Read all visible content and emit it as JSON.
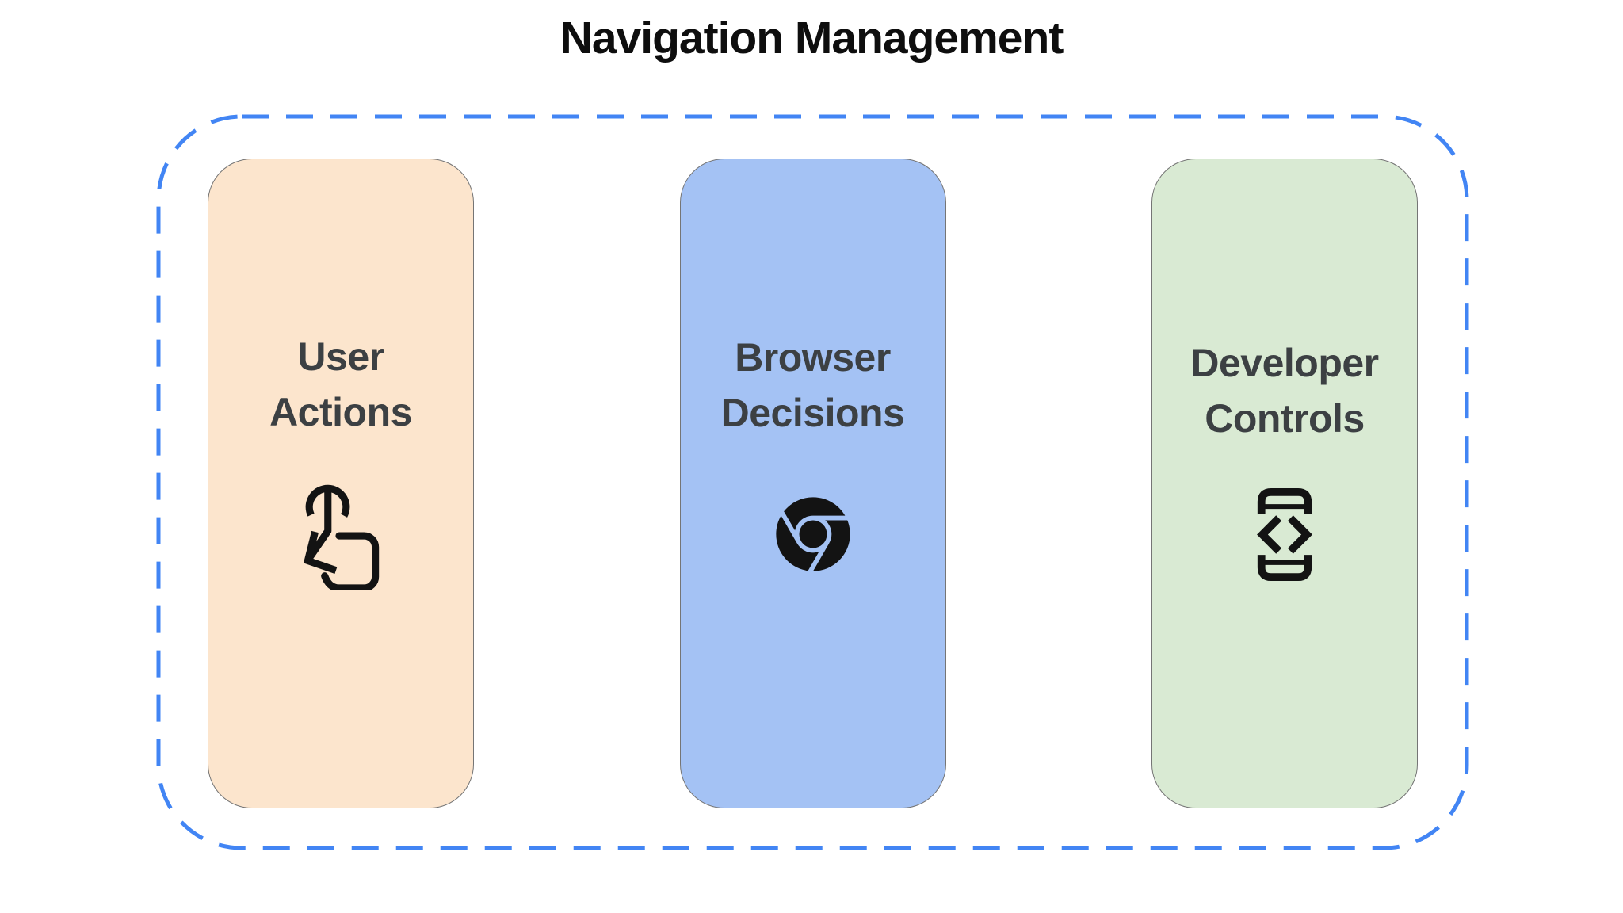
{
  "title": "Navigation Management",
  "frame": {
    "border_color": "#4285F4",
    "style": "dashed"
  },
  "cards": [
    {
      "label": "User Actions",
      "bg": "#FCE5CD",
      "icon": "touch-gesture-icon"
    },
    {
      "label": "Browser Decisions",
      "bg": "#A4C2F4",
      "icon": "chrome-browser-icon"
    },
    {
      "label": "Developer Controls",
      "bg": "#D9EAD3",
      "icon": "developer-mode-icon"
    }
  ],
  "colors": {
    "background": "#FFFFFF",
    "title_text": "#0E0E0E",
    "card_text": "#3C4043",
    "card_border": "#757575",
    "icon": "#131313",
    "frame_dash_blue": "#4285F4"
  }
}
